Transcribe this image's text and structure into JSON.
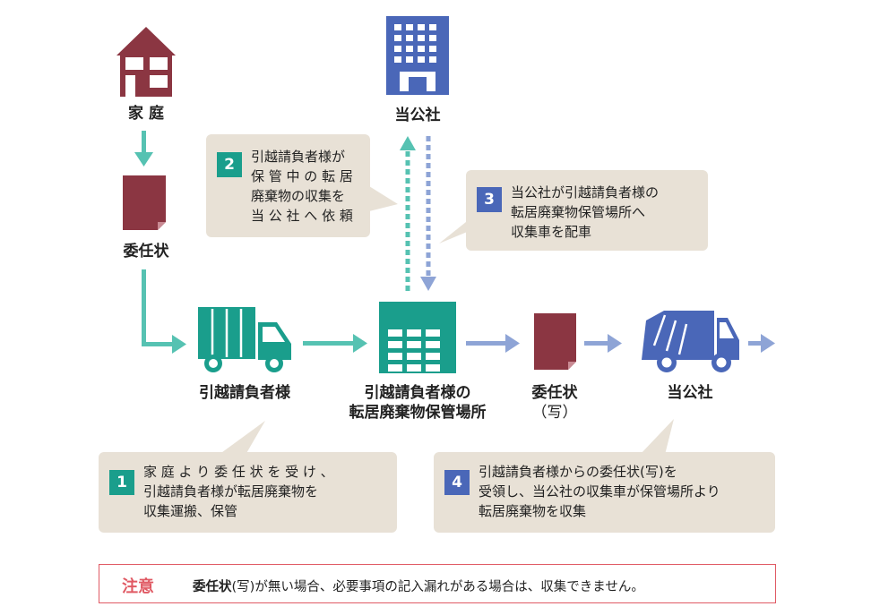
{
  "colors": {
    "house": "#8b3642",
    "company": "#4a67b8",
    "truck_teal": "#1a9e8c",
    "truck_blue": "#4a67b8",
    "document": "#8b3642",
    "arrow_teal": "#56c2b2",
    "arrow_blue": "#8ea4d6",
    "callout_bg": "#e8e1d6",
    "note_border": "#e05a64"
  },
  "nodes": {
    "home": "家 庭",
    "power_of_attorney": "委任状",
    "mover": "引越請負者様",
    "storage_line1": "引越請負者様の",
    "storage_line2": "転居廃棄物保管場所",
    "copy_line1": "委任状",
    "copy_line2": "（写）",
    "company_top": "当公社",
    "company_truck": "当公社"
  },
  "steps": [
    {
      "number": "1",
      "text": "家 庭 よ り 委 任 状 を 受 け 、\n引越請負者様が転居廃棄物を\n収集運搬、保管"
    },
    {
      "number": "2",
      "text": "引越請負者様が\n保 管 中 の 転 居\n廃棄物の収集を\n当 公 社 へ 依 頼"
    },
    {
      "number": "3",
      "text": "当公社が引越請負者様の\n転居廃棄物保管場所へ\n収集車を配車"
    },
    {
      "number": "4",
      "text": "引越請負者様からの委任状(写)を\n受領し、当公社の収集車が保管場所より\n転居廃棄物を収集"
    }
  ],
  "note": {
    "title": "注意",
    "bold": "委任状",
    "text": "(写)が無い場合、必要事項の記入漏れがある場合は、収集できません。"
  },
  "icons": [
    "house-icon",
    "document-icon",
    "office-building-icon",
    "truck-icon",
    "warehouse-icon",
    "garbage-truck-icon"
  ]
}
